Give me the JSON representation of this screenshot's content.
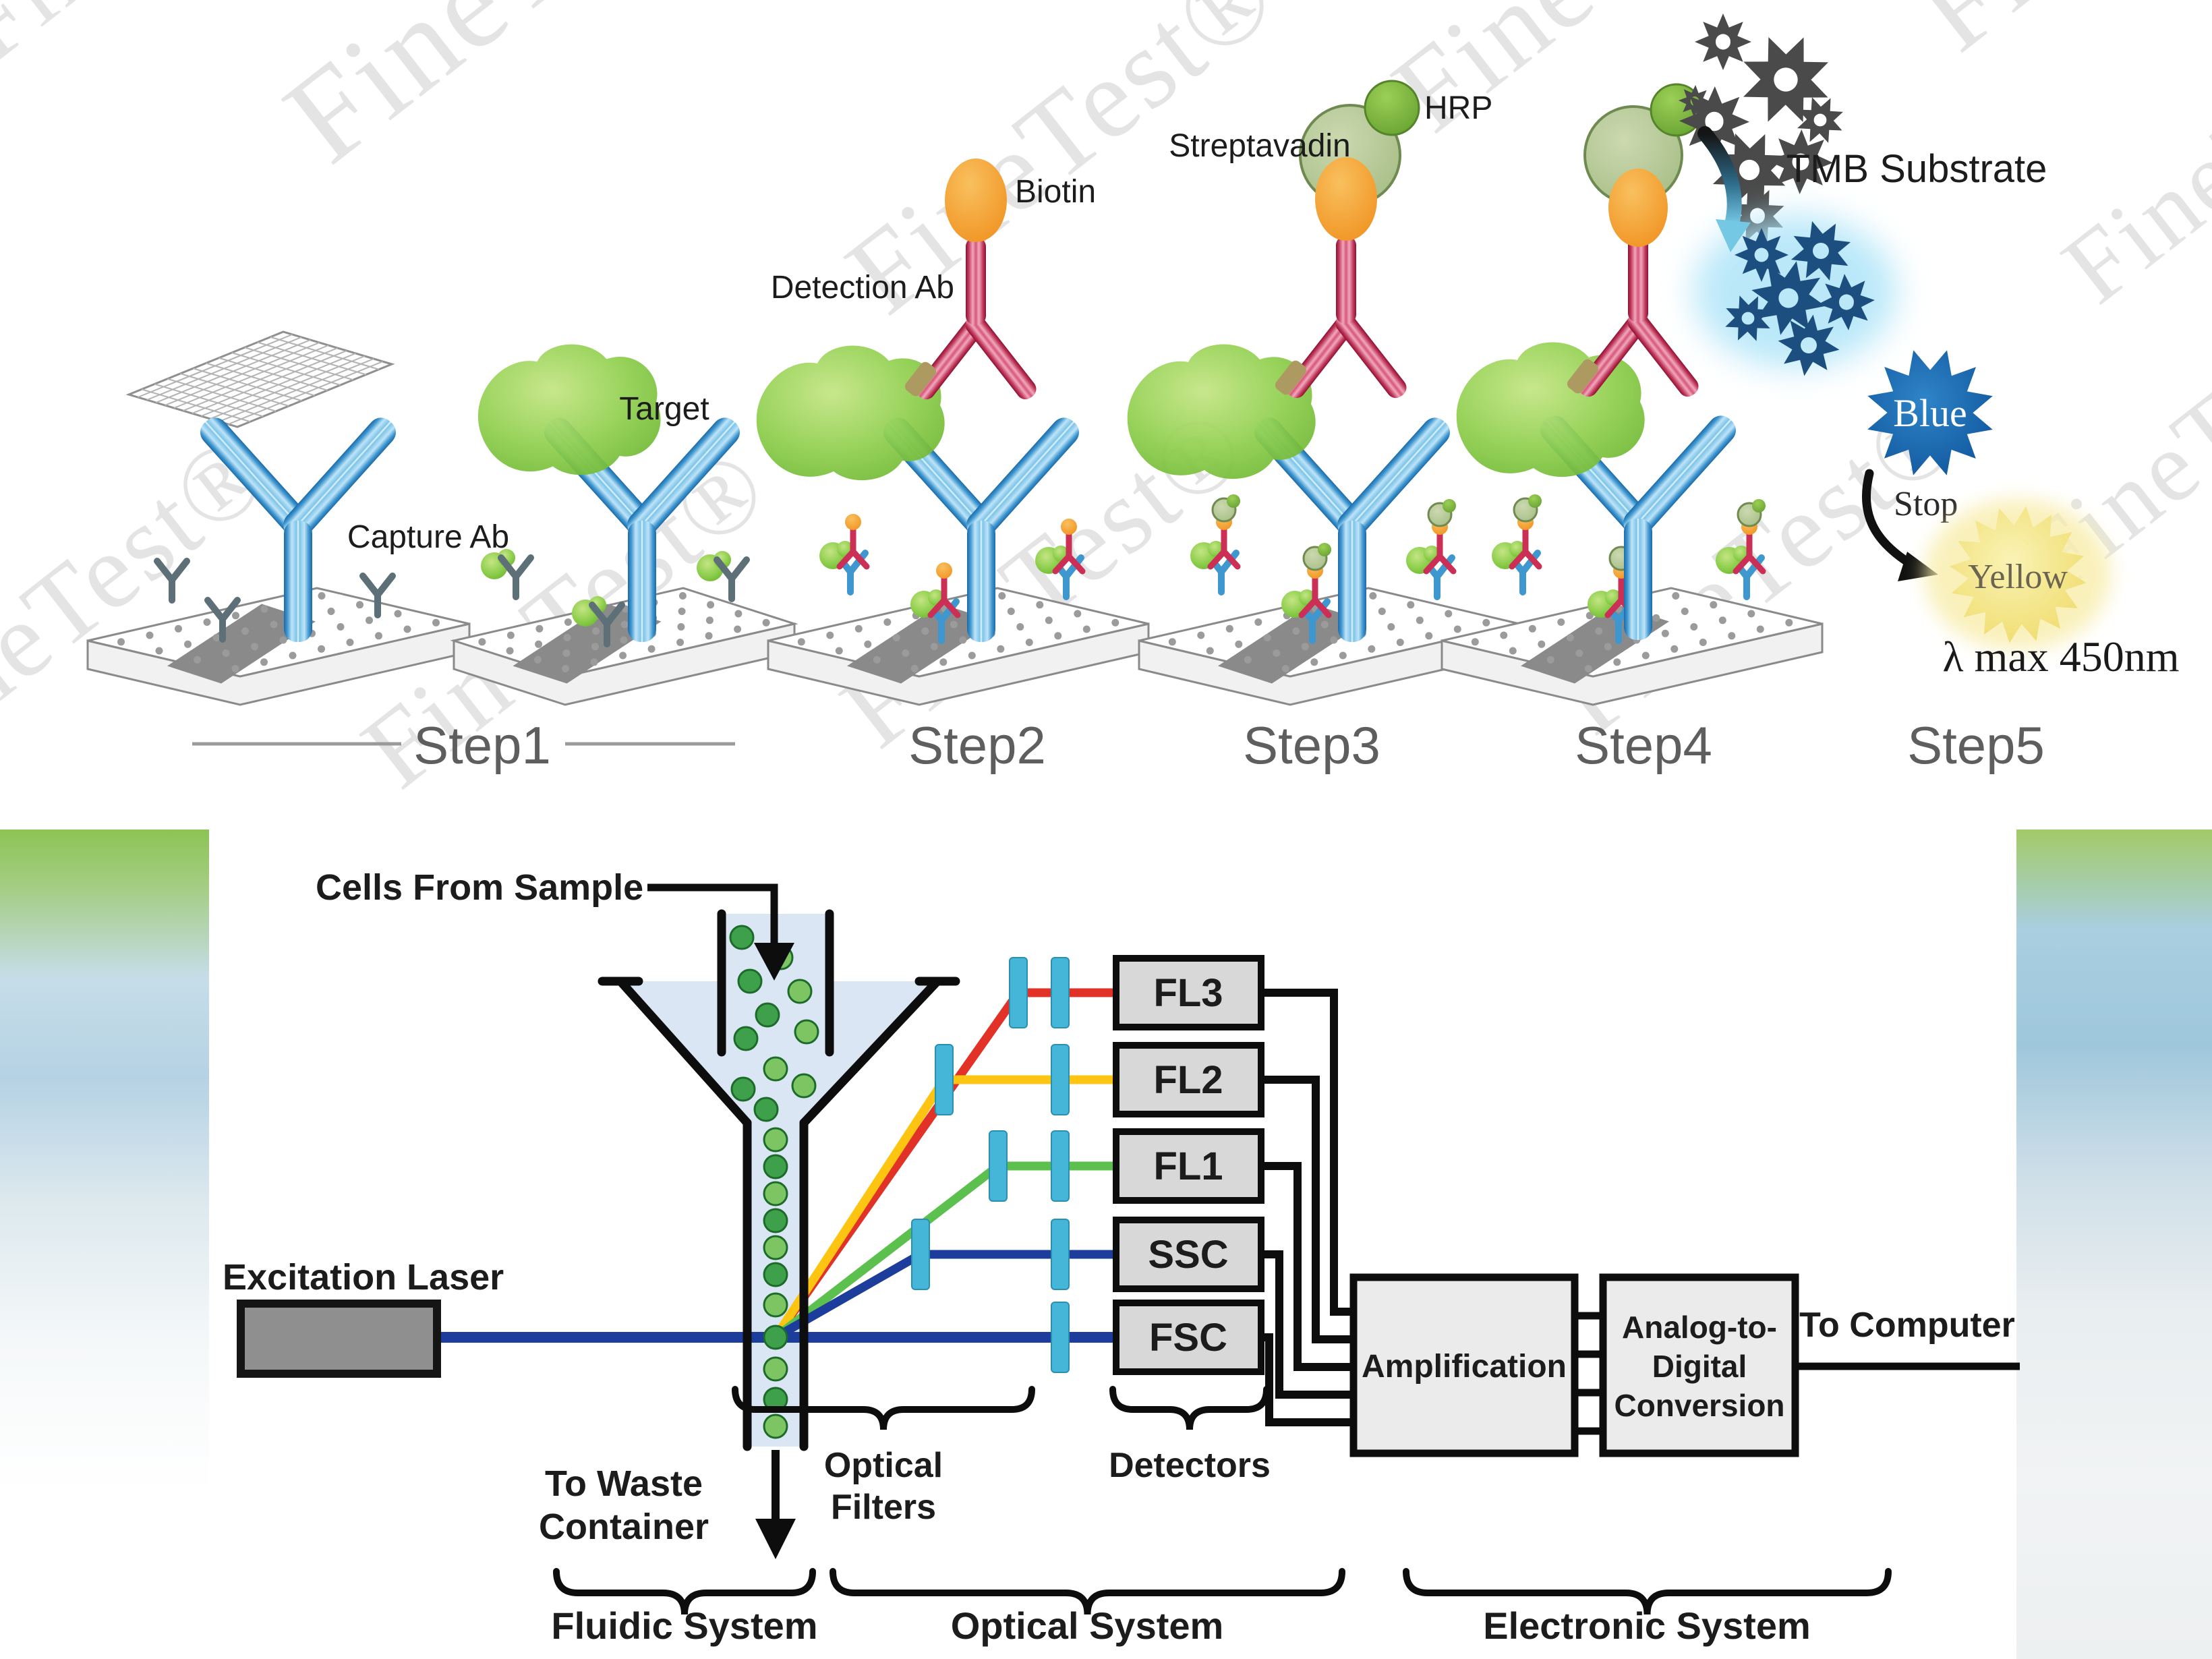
{
  "watermark": {
    "text": "FineTest®"
  },
  "elisa": {
    "step_labels": [
      "Step1",
      "Step2",
      "Step3",
      "Step4",
      "Step5"
    ],
    "labels": {
      "capture_ab": "Capture Ab",
      "target": "Target",
      "detection_ab": "Detection Ab",
      "biotin": "Biotin",
      "streptavidin": "Streptavadin",
      "hrp": "HRP",
      "tmb": "TMB Substrate",
      "blue": "Blue",
      "stop": "Stop",
      "yellow": "Yellow",
      "lambda": "λ max  450nm"
    },
    "colors": {
      "antibody_blue": "#4ba3d8",
      "antibody_red": "#c2375c",
      "target_green": "#7dc142",
      "biotin_orange": "#f49b26",
      "streptavidin_olive": "#b7c893",
      "hrp_green": "#76b03c",
      "tmb_star_dark": "#4a4a4a",
      "tmb_star_blue": "#1c4f80",
      "blue_burst": "#0f5ca8",
      "yellow_burst": "#f1df7a",
      "step_text": "#5e5e5e"
    }
  },
  "flow": {
    "labels": {
      "cells": "Cells From Sample",
      "laser": "Excitation Laser",
      "to_waste_1": "To Waste",
      "to_waste_2": "Container",
      "optical_filters_1": "Optical",
      "optical_filters_2": "Filters",
      "detectors_caption": "Detectors",
      "amplification": "Amplification",
      "adc_1": "Analog-to-",
      "adc_2": "Digital",
      "adc_3": "Conversion",
      "to_computer": "To Computer",
      "fluidic": "Fluidic System",
      "optical": "Optical System",
      "electronic": "Electronic System"
    },
    "detectors": [
      {
        "label": "FL3",
        "ray": "#e23227"
      },
      {
        "label": "FL2",
        "ray": "#fdc511"
      },
      {
        "label": "FL1",
        "ray": "#5cc04e"
      },
      {
        "label": "SSC",
        "ray": "#1d3d9c"
      },
      {
        "label": "FSC",
        "ray": "#1d3d9c"
      }
    ],
    "colors": {
      "beam": "#1d3d9c",
      "filter": "#45b6d8",
      "cell_dark": "#3ea04b",
      "cell_light": "#7dc462",
      "box_fill": "#d8d8d8",
      "funnel_fill": "#dbe6f4",
      "laser_box": "#8f8f8f"
    }
  }
}
